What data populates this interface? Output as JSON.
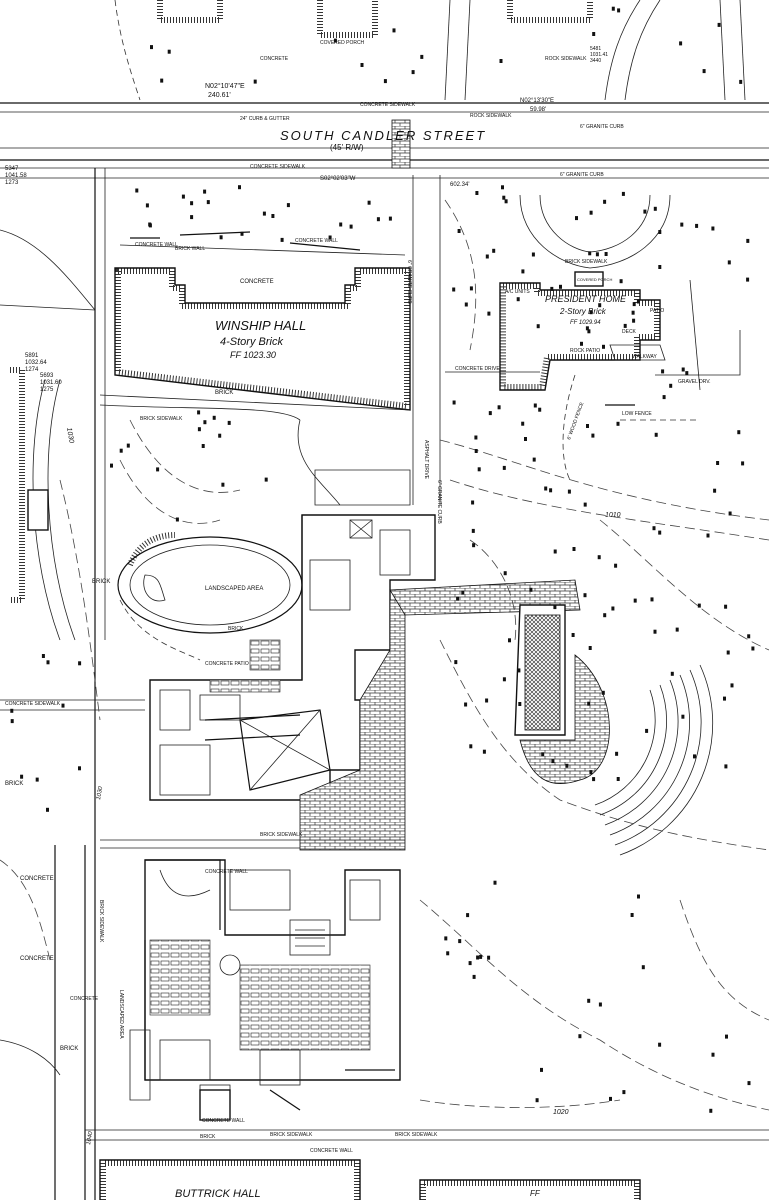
{
  "street": {
    "name": "SOUTH CANDLER STREET",
    "row": "(45' R/W)",
    "bearing_top": "N02°10'47\"E",
    "distance_top": "240.61'",
    "bearing_top_right": "N02°13'30\"E",
    "distance_top_right": "59.98'",
    "bearing_lower": "S02°02'03\"W",
    "distance_lower": "602.34'",
    "curb_left": "24\" CURB & GUTTER",
    "curb_right": "6\" GRANITE CURB",
    "curb_right_2": "6\" GRANITE CURB"
  },
  "buildings": {
    "winship": {
      "name": "WINSHIP HALL",
      "type": "4-Story Brick",
      "ff": "FF 1023.30",
      "top_label": "CONCRETE"
    },
    "president": {
      "name": "PRESIDENT HOME",
      "type": "2-Story Brick",
      "ff": "FF 1029.94"
    },
    "buttrick": {
      "name": "BUTTRICK HALL"
    }
  },
  "labels": {
    "concrete": "CONCRETE",
    "brick": "BRICK",
    "brick_sidewalk": "BRICK SIDEWALK",
    "concrete_sidewalk": "CONCRETE SIDEWALK",
    "concrete_wall": "CONCRETE WALL",
    "brick_wall": "BRICK WALL",
    "landscaped_area": "LANDSCAPED AREA",
    "concrete_patio": "CONCRETE PATIO",
    "asphalt_drive": "ASPHALT DRIVE",
    "concrete_drive": "CONCRETE DRIVE",
    "granite_curb": "6\" GRANITE CURB",
    "covered_porch": "COVERED PORCH",
    "rock_patio": "ROCK PATIO",
    "deck": "DECK",
    "ac_units": "A/C UNITS",
    "walkway": "WALKWAY",
    "gravel_drive": "GRAVEL DRV.",
    "wood_fence": "6' WOOD FENCE",
    "low_fence": "LOW FENCE",
    "patio": "PATIO",
    "rock_sidewalk": "ROCK SIDEWALK",
    "covered_porch_top": "COVERED PORCH",
    "ff_bottom": "FF"
  },
  "contours": [
    "1030",
    "1010",
    "1020",
    "1040",
    "1030"
  ],
  "spot_elevations": [
    {
      "id": "5347",
      "elev": "1041.58",
      "pt": "1273"
    },
    {
      "id": "5891",
      "elev": "1032.64",
      "pt": "1274"
    },
    {
      "id": "5693",
      "elev": "1031.60",
      "pt": "1275"
    },
    {
      "id": "5481",
      "elev": "1031.41",
      "pt": "3440"
    }
  ]
}
